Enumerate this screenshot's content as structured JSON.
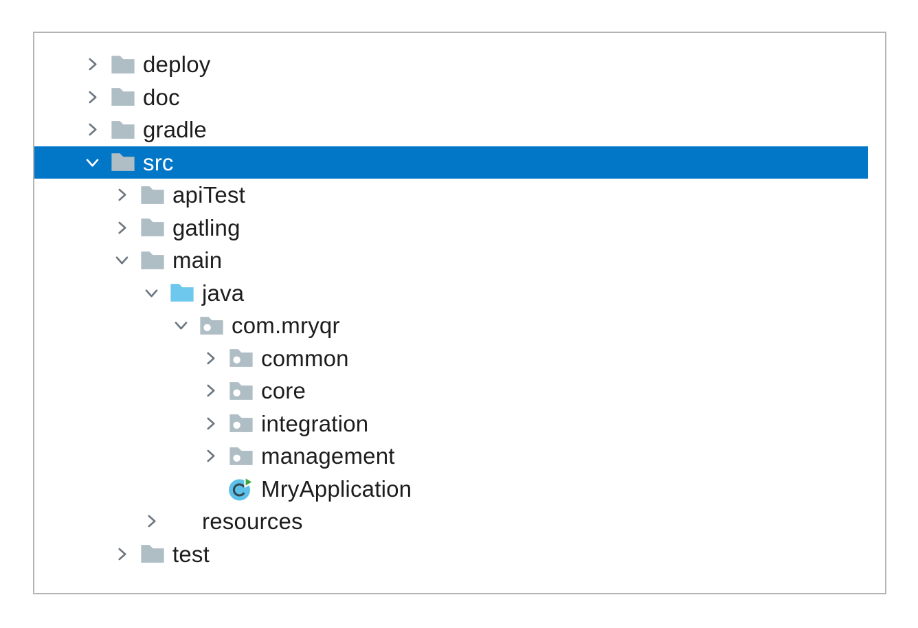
{
  "window": {
    "title": "Project tree"
  },
  "colors": {
    "selection": "#0277C8",
    "panel_border": "#B4B4B4",
    "panel_background": "#FFFFFF",
    "text": "#1D1D1D",
    "selected_text": "#FFFFFF",
    "chevron": "#6D7780",
    "folder": "#AFBDC5",
    "source_folder": "#6EC8EE",
    "resources_accent": "#F0A13C",
    "class_circle": "#5CC1E9",
    "class_letter": "#37474F",
    "run_green": "#3DA53D"
  },
  "tree": {
    "items": [
      {
        "label": "deploy",
        "level": 0,
        "icon": "folder",
        "state": "collapsed",
        "selected": false
      },
      {
        "label": "doc",
        "level": 0,
        "icon": "folder",
        "state": "collapsed",
        "selected": false
      },
      {
        "label": "gradle",
        "level": 0,
        "icon": "folder",
        "state": "collapsed",
        "selected": false
      },
      {
        "label": "src",
        "level": 0,
        "icon": "folder",
        "state": "expanded",
        "selected": true
      },
      {
        "label": "apiTest",
        "level": 1,
        "icon": "folder",
        "state": "collapsed",
        "selected": false
      },
      {
        "label": "gatling",
        "level": 1,
        "icon": "folder",
        "state": "collapsed",
        "selected": false
      },
      {
        "label": "main",
        "level": 1,
        "icon": "folder",
        "state": "expanded",
        "selected": false
      },
      {
        "label": "java",
        "level": 2,
        "icon": "source-folder",
        "state": "expanded",
        "selected": false
      },
      {
        "label": "com.mryqr",
        "level": 3,
        "icon": "package",
        "state": "expanded",
        "selected": false
      },
      {
        "label": "common",
        "level": 4,
        "icon": "package",
        "state": "collapsed",
        "selected": false
      },
      {
        "label": "core",
        "level": 4,
        "icon": "package",
        "state": "collapsed",
        "selected": false
      },
      {
        "label": "integration",
        "level": 4,
        "icon": "package",
        "state": "collapsed",
        "selected": false
      },
      {
        "label": "management",
        "level": 4,
        "icon": "package",
        "state": "collapsed",
        "selected": false
      },
      {
        "label": "MryApplication",
        "level": 4,
        "icon": "class-run",
        "state": "none",
        "selected": false
      },
      {
        "label": "resources",
        "level": 2,
        "icon": "resources-folder",
        "state": "collapsed",
        "selected": false
      },
      {
        "label": "test",
        "level": 1,
        "icon": "folder",
        "state": "collapsed",
        "selected": false
      }
    ]
  }
}
